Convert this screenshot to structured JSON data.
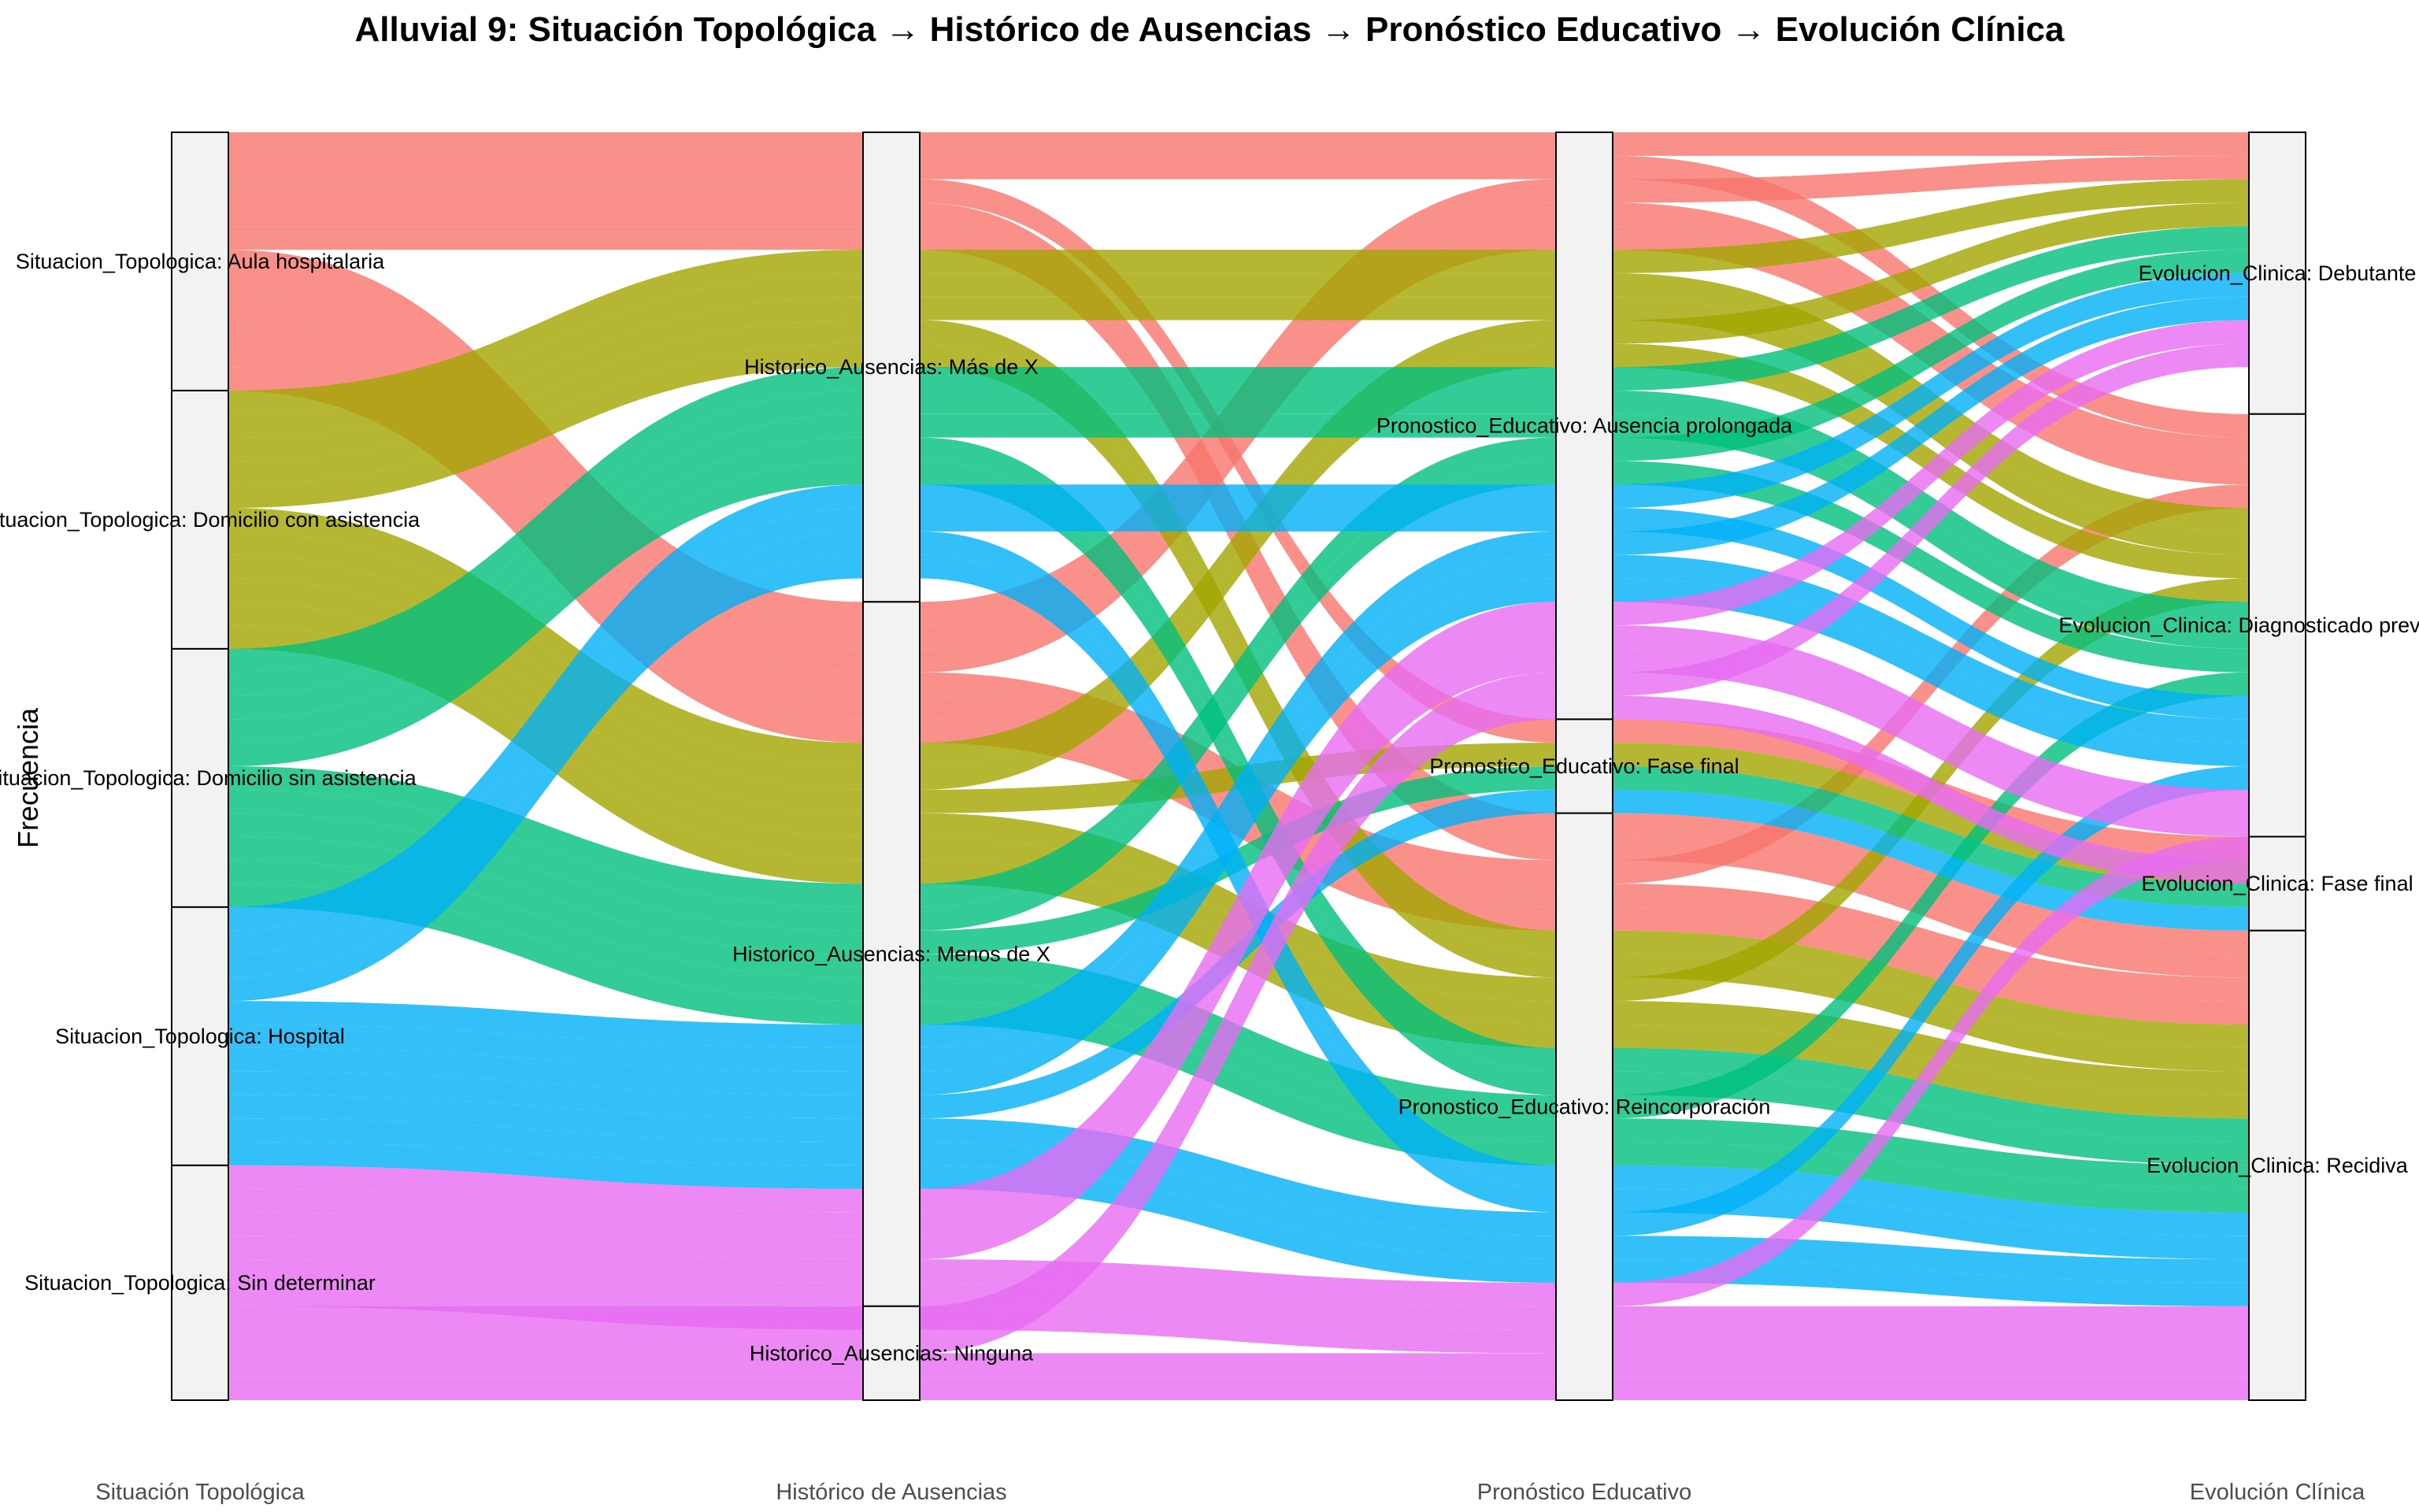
{
  "chart_data": {
    "type": "alluvial",
    "title": "Alluvial 9: Situación Topológica → Histórico de Ausencias → Pronóstico Educativo → Evolución Clínica",
    "ylabel": "Frecuencia",
    "axes": [
      "Situación Topológica",
      "Histórico de Ausencias",
      "Pronóstico Educativo",
      "Evolución Clínica"
    ],
    "grid": false,
    "legend": "none",
    "fill_colors": {
      "Aula hospitalaria": "#F8766D",
      "Domicilio con asistencia": "#A3A500",
      "Domicilio sin asistencia": "#00BF7D",
      "Hospital": "#00B0F6",
      "Sin determinar": "#E76BF3"
    },
    "nodes": [
      {
        "axis": "Situación Topológica",
        "strata": [
          {
            "label": "Situacion_Topologica: Aula hospitalaria",
            "value": 22
          },
          {
            "label": "Situacion_Topologica: Domicilio con asistencia",
            "value": 22
          },
          {
            "label": "Situacion_Topologica: Domicilio sin asistencia",
            "value": 22
          },
          {
            "label": "Situacion_Topologica: Hospital",
            "value": 22
          },
          {
            "label": "Situacion_Topologica: Sin determinar",
            "value": 20
          }
        ]
      },
      {
        "axis": "Histórico de Ausencias",
        "strata": [
          {
            "label": "Historico_Ausencias: Más de X",
            "value": 40
          },
          {
            "label": "Historico_Ausencias: Menos de X",
            "value": 60
          },
          {
            "label": "Historico_Ausencias: Ninguna",
            "value": 8
          }
        ]
      },
      {
        "axis": "Pronóstico Educativo",
        "strata": [
          {
            "label": "Pronostico_Educativo: Ausencia prolongada",
            "value": 50
          },
          {
            "label": "Pronostico_Educativo: Fase final",
            "value": 8
          },
          {
            "label": "Pronostico_Educativo: Reincorporación",
            "value": 50
          }
        ]
      },
      {
        "axis": "Evolución Clínica",
        "strata": [
          {
            "label": "Evolucion_Clinica: Debutante",
            "value": 24
          },
          {
            "label": "Evolucion_Clinica: Diagnosticado previamente",
            "value": 36
          },
          {
            "label": "Evolucion_Clinica: Fase final",
            "value": 8
          },
          {
            "label": "Evolucion_Clinica: Recidiva",
            "value": 40
          }
        ]
      }
    ],
    "flows": [
      {
        "fill": "Aula hospitalaria",
        "path": [
          "Situacion_Topologica: Aula hospitalaria",
          "Historico_Ausencias: Más de X",
          "Pronostico_Educativo: Ausencia prolongada",
          "Evolucion_Clinica: Debutante"
        ],
        "value": 2
      },
      {
        "fill": "Aula hospitalaria",
        "path": [
          "Situacion_Topologica: Aula hospitalaria",
          "Historico_Ausencias: Más de X",
          "Pronostico_Educativo: Ausencia prolongada",
          "Evolucion_Clinica: Diagnosticado previamente"
        ],
        "value": 2
      },
      {
        "fill": "Aula hospitalaria",
        "path": [
          "Situacion_Topologica: Aula hospitalaria",
          "Historico_Ausencias: Más de X",
          "Pronostico_Educativo: Fase final",
          "Evolucion_Clinica: Fase final"
        ],
        "value": 2
      },
      {
        "fill": "Aula hospitalaria",
        "path": [
          "Situacion_Topologica: Aula hospitalaria",
          "Historico_Ausencias: Más de X",
          "Pronostico_Educativo: Reincorporación",
          "Evolucion_Clinica: Recidiva"
        ],
        "value": 2
      },
      {
        "fill": "Aula hospitalaria",
        "path": [
          "Situacion_Topologica: Aula hospitalaria",
          "Historico_Ausencias: Más de X",
          "Pronostico_Educativo: Reincorporación",
          "Evolucion_Clinica: Recidiva"
        ],
        "value": 2
      },
      {
        "fill": "Aula hospitalaria",
        "path": [
          "Situacion_Topologica: Aula hospitalaria",
          "Historico_Ausencias: Menos de X",
          "Pronostico_Educativo: Ausencia prolongada",
          "Evolucion_Clinica: Debutante"
        ],
        "value": 2
      },
      {
        "fill": "Aula hospitalaria",
        "path": [
          "Situacion_Topologica: Aula hospitalaria",
          "Historico_Ausencias: Menos de X",
          "Pronostico_Educativo: Ausencia prolongada",
          "Evolucion_Clinica: Diagnosticado previamente"
        ],
        "value": 2
      },
      {
        "fill": "Aula hospitalaria",
        "path": [
          "Situacion_Topologica: Aula hospitalaria",
          "Historico_Ausencias: Menos de X",
          "Pronostico_Educativo: Ausencia prolongada",
          "Evolucion_Clinica: Diagnosticado previamente"
        ],
        "value": 2
      },
      {
        "fill": "Aula hospitalaria",
        "path": [
          "Situacion_Topologica: Aula hospitalaria",
          "Historico_Ausencias: Menos de X",
          "Pronostico_Educativo: Reincorporación",
          "Evolucion_Clinica: Diagnosticado previamente"
        ],
        "value": 2
      },
      {
        "fill": "Aula hospitalaria",
        "path": [
          "Situacion_Topologica: Aula hospitalaria",
          "Historico_Ausencias: Menos de X",
          "Pronostico_Educativo: Reincorporación",
          "Evolucion_Clinica: Recidiva"
        ],
        "value": 2
      },
      {
        "fill": "Aula hospitalaria",
        "path": [
          "Situacion_Topologica: Aula hospitalaria",
          "Historico_Ausencias: Menos de X",
          "Pronostico_Educativo: Reincorporación",
          "Evolucion_Clinica: Recidiva"
        ],
        "value": 2
      },
      {
        "fill": "Domicilio con asistencia",
        "path": [
          "Situacion_Topologica: Domicilio con asistencia",
          "Historico_Ausencias: Más de X",
          "Pronostico_Educativo: Ausencia prolongada",
          "Evolucion_Clinica: Debutante"
        ],
        "value": 2
      },
      {
        "fill": "Domicilio con asistencia",
        "path": [
          "Situacion_Topologica: Domicilio con asistencia",
          "Historico_Ausencias: Más de X",
          "Pronostico_Educativo: Ausencia prolongada",
          "Evolucion_Clinica: Diagnosticado previamente"
        ],
        "value": 2
      },
      {
        "fill": "Domicilio con asistencia",
        "path": [
          "Situacion_Topologica: Domicilio con asistencia",
          "Historico_Ausencias: Más de X",
          "Pronostico_Educativo: Ausencia prolongada",
          "Evolucion_Clinica: Diagnosticado previamente"
        ],
        "value": 2
      },
      {
        "fill": "Domicilio con asistencia",
        "path": [
          "Situacion_Topologica: Domicilio con asistencia",
          "Historico_Ausencias: Más de X",
          "Pronostico_Educativo: Reincorporación",
          "Evolucion_Clinica: Recidiva"
        ],
        "value": 2
      },
      {
        "fill": "Domicilio con asistencia",
        "path": [
          "Situacion_Topologica: Domicilio con asistencia",
          "Historico_Ausencias: Más de X",
          "Pronostico_Educativo: Reincorporación",
          "Evolucion_Clinica: Recidiva"
        ],
        "value": 2
      },
      {
        "fill": "Domicilio con asistencia",
        "path": [
          "Situacion_Topologica: Domicilio con asistencia",
          "Historico_Ausencias: Menos de X",
          "Pronostico_Educativo: Ausencia prolongada",
          "Evolucion_Clinica: Debutante"
        ],
        "value": 2
      },
      {
        "fill": "Domicilio con asistencia",
        "path": [
          "Situacion_Topologica: Domicilio con asistencia",
          "Historico_Ausencias: Menos de X",
          "Pronostico_Educativo: Ausencia prolongada",
          "Evolucion_Clinica: Diagnosticado previamente"
        ],
        "value": 2
      },
      {
        "fill": "Domicilio con asistencia",
        "path": [
          "Situacion_Topologica: Domicilio con asistencia",
          "Historico_Ausencias: Menos de X",
          "Pronostico_Educativo: Fase final",
          "Evolucion_Clinica: Fase final"
        ],
        "value": 2
      },
      {
        "fill": "Domicilio con asistencia",
        "path": [
          "Situacion_Topologica: Domicilio con asistencia",
          "Historico_Ausencias: Menos de X",
          "Pronostico_Educativo: Reincorporación",
          "Evolucion_Clinica: Diagnosticado previamente"
        ],
        "value": 2
      },
      {
        "fill": "Domicilio con asistencia",
        "path": [
          "Situacion_Topologica: Domicilio con asistencia",
          "Historico_Ausencias: Menos de X",
          "Pronostico_Educativo: Reincorporación",
          "Evolucion_Clinica: Recidiva"
        ],
        "value": 2
      },
      {
        "fill": "Domicilio con asistencia",
        "path": [
          "Situacion_Topologica: Domicilio con asistencia",
          "Historico_Ausencias: Menos de X",
          "Pronostico_Educativo: Reincorporación",
          "Evolucion_Clinica: Recidiva"
        ],
        "value": 2
      },
      {
        "fill": "Domicilio sin asistencia",
        "path": [
          "Situacion_Topologica: Domicilio sin asistencia",
          "Historico_Ausencias: Más de X",
          "Pronostico_Educativo: Ausencia prolongada",
          "Evolucion_Clinica: Debutante"
        ],
        "value": 2
      },
      {
        "fill": "Domicilio sin asistencia",
        "path": [
          "Situacion_Topologica: Domicilio sin asistencia",
          "Historico_Ausencias: Más de X",
          "Pronostico_Educativo: Ausencia prolongada",
          "Evolucion_Clinica: Diagnosticado previamente"
        ],
        "value": 2
      },
      {
        "fill": "Domicilio sin asistencia",
        "path": [
          "Situacion_Topologica: Domicilio sin asistencia",
          "Historico_Ausencias: Más de X",
          "Pronostico_Educativo: Ausencia prolongada",
          "Evolucion_Clinica: Diagnosticado previamente"
        ],
        "value": 2
      },
      {
        "fill": "Domicilio sin asistencia",
        "path": [
          "Situacion_Topologica: Domicilio sin asistencia",
          "Historico_Ausencias: Más de X",
          "Pronostico_Educativo: Reincorporación",
          "Evolucion_Clinica: Recidiva"
        ],
        "value": 2
      },
      {
        "fill": "Domicilio sin asistencia",
        "path": [
          "Situacion_Topologica: Domicilio sin asistencia",
          "Historico_Ausencias: Más de X",
          "Pronostico_Educativo: Reincorporación",
          "Evolucion_Clinica: Recidiva"
        ],
        "value": 2
      },
      {
        "fill": "Domicilio sin asistencia",
        "path": [
          "Situacion_Topologica: Domicilio sin asistencia",
          "Historico_Ausencias: Menos de X",
          "Pronostico_Educativo: Ausencia prolongada",
          "Evolucion_Clinica: Debutante"
        ],
        "value": 2
      },
      {
        "fill": "Domicilio sin asistencia",
        "path": [
          "Situacion_Topologica: Domicilio sin asistencia",
          "Historico_Ausencias: Menos de X",
          "Pronostico_Educativo: Ausencia prolongada",
          "Evolucion_Clinica: Diagnosticado previamente"
        ],
        "value": 2
      },
      {
        "fill": "Domicilio sin asistencia",
        "path": [
          "Situacion_Topologica: Domicilio sin asistencia",
          "Historico_Ausencias: Menos de X",
          "Pronostico_Educativo: Fase final",
          "Evolucion_Clinica: Fase final"
        ],
        "value": 2
      },
      {
        "fill": "Domicilio sin asistencia",
        "path": [
          "Situacion_Topologica: Domicilio sin asistencia",
          "Historico_Ausencias: Menos de X",
          "Pronostico_Educativo: Reincorporación",
          "Evolucion_Clinica: Diagnosticado previamente"
        ],
        "value": 2
      },
      {
        "fill": "Domicilio sin asistencia",
        "path": [
          "Situacion_Topologica: Domicilio sin asistencia",
          "Historico_Ausencias: Menos de X",
          "Pronostico_Educativo: Reincorporación",
          "Evolucion_Clinica: Recidiva"
        ],
        "value": 2
      },
      {
        "fill": "Domicilio sin asistencia",
        "path": [
          "Situacion_Topologica: Domicilio sin asistencia",
          "Historico_Ausencias: Menos de X",
          "Pronostico_Educativo: Reincorporación",
          "Evolucion_Clinica: Recidiva"
        ],
        "value": 2
      },
      {
        "fill": "Hospital",
        "path": [
          "Situacion_Topologica: Hospital",
          "Historico_Ausencias: Más de X",
          "Pronostico_Educativo: Ausencia prolongada",
          "Evolucion_Clinica: Debutante"
        ],
        "value": 2
      },
      {
        "fill": "Hospital",
        "path": [
          "Situacion_Topologica: Hospital",
          "Historico_Ausencias: Más de X",
          "Pronostico_Educativo: Ausencia prolongada",
          "Evolucion_Clinica: Diagnosticado previamente"
        ],
        "value": 2
      },
      {
        "fill": "Hospital",
        "path": [
          "Situacion_Topologica: Hospital",
          "Historico_Ausencias: Más de X",
          "Pronostico_Educativo: Reincorporación",
          "Evolucion_Clinica: Recidiva"
        ],
        "value": 2
      },
      {
        "fill": "Hospital",
        "path": [
          "Situacion_Topologica: Hospital",
          "Historico_Ausencias: Más de X",
          "Pronostico_Educativo: Reincorporación",
          "Evolucion_Clinica: Recidiva"
        ],
        "value": 2
      },
      {
        "fill": "Hospital",
        "path": [
          "Situacion_Topologica: Hospital",
          "Historico_Ausencias: Menos de X",
          "Pronostico_Educativo: Ausencia prolongada",
          "Evolucion_Clinica: Debutante"
        ],
        "value": 2
      },
      {
        "fill": "Hospital",
        "path": [
          "Situacion_Topologica: Hospital",
          "Historico_Ausencias: Menos de X",
          "Pronostico_Educativo: Ausencia prolongada",
          "Evolucion_Clinica: Diagnosticado previamente"
        ],
        "value": 2
      },
      {
        "fill": "Hospital",
        "path": [
          "Situacion_Topologica: Hospital",
          "Historico_Ausencias: Menos de X",
          "Pronostico_Educativo: Ausencia prolongada",
          "Evolucion_Clinica: Diagnosticado previamente"
        ],
        "value": 2
      },
      {
        "fill": "Hospital",
        "path": [
          "Situacion_Topologica: Hospital",
          "Historico_Ausencias: Menos de X",
          "Pronostico_Educativo: Fase final",
          "Evolucion_Clinica: Fase final"
        ],
        "value": 2
      },
      {
        "fill": "Hospital",
        "path": [
          "Situacion_Topologica: Hospital",
          "Historico_Ausencias: Menos de X",
          "Pronostico_Educativo: Reincorporación",
          "Evolucion_Clinica: Diagnosticado previamente"
        ],
        "value": 2
      },
      {
        "fill": "Hospital",
        "path": [
          "Situacion_Topologica: Hospital",
          "Historico_Ausencias: Menos de X",
          "Pronostico_Educativo: Reincorporación",
          "Evolucion_Clinica: Recidiva"
        ],
        "value": 2
      },
      {
        "fill": "Hospital",
        "path": [
          "Situacion_Topologica: Hospital",
          "Historico_Ausencias: Menos de X",
          "Pronostico_Educativo: Reincorporación",
          "Evolucion_Clinica: Recidiva"
        ],
        "value": 2
      },
      {
        "fill": "Sin determinar",
        "path": [
          "Situacion_Topologica: Sin determinar",
          "Historico_Ausencias: Menos de X",
          "Pronostico_Educativo: Ausencia prolongada",
          "Evolucion_Clinica: Debutante"
        ],
        "value": 2
      },
      {
        "fill": "Sin determinar",
        "path": [
          "Situacion_Topologica: Sin determinar",
          "Historico_Ausencias: Menos de X",
          "Pronostico_Educativo: Ausencia prolongada",
          "Evolucion_Clinica: Diagnosticado previamente"
        ],
        "value": 2
      },
      {
        "fill": "Sin determinar",
        "path": [
          "Situacion_Topologica: Sin determinar",
          "Historico_Ausencias: Menos de X",
          "Pronostico_Educativo: Ausencia prolongada",
          "Evolucion_Clinica: Diagnosticado previamente"
        ],
        "value": 2
      },
      {
        "fill": "Sin determinar",
        "path": [
          "Situacion_Topologica: Sin determinar",
          "Historico_Ausencias: Menos de X",
          "Pronostico_Educativo: Reincorporación",
          "Evolucion_Clinica: Diagnosticado previamente"
        ],
        "value": 2
      },
      {
        "fill": "Sin determinar",
        "path": [
          "Situacion_Topologica: Sin determinar",
          "Historico_Ausencias: Menos de X",
          "Pronostico_Educativo: Reincorporación",
          "Evolucion_Clinica: Recidiva"
        ],
        "value": 2
      },
      {
        "fill": "Sin determinar",
        "path": [
          "Situacion_Topologica: Sin determinar",
          "Historico_Ausencias: Menos de X",
          "Pronostico_Educativo: Reincorporación",
          "Evolucion_Clinica: Recidiva"
        ],
        "value": 2
      },
      {
        "fill": "Sin determinar",
        "path": [
          "Situacion_Topologica: Sin determinar",
          "Historico_Ausencias: Ninguna",
          "Pronostico_Educativo: Ausencia prolongada",
          "Evolucion_Clinica: Debutante"
        ],
        "value": 2
      },
      {
        "fill": "Sin determinar",
        "path": [
          "Situacion_Topologica: Sin determinar",
          "Historico_Ausencias: Ninguna",
          "Pronostico_Educativo: Ausencia prolongada",
          "Evolucion_Clinica: Diagnosticado previamente"
        ],
        "value": 2
      },
      {
        "fill": "Sin determinar",
        "path": [
          "Situacion_Topologica: Sin determinar",
          "Historico_Ausencias: Ninguna",
          "Pronostico_Educativo: Reincorporación",
          "Evolucion_Clinica: Recidiva"
        ],
        "value": 2
      },
      {
        "fill": "Sin determinar",
        "path": [
          "Situacion_Topologica: Sin determinar",
          "Historico_Ausencias: Ninguna",
          "Pronostico_Educativo: Reincorporación",
          "Evolucion_Clinica: Recidiva"
        ],
        "value": 2
      }
    ]
  }
}
